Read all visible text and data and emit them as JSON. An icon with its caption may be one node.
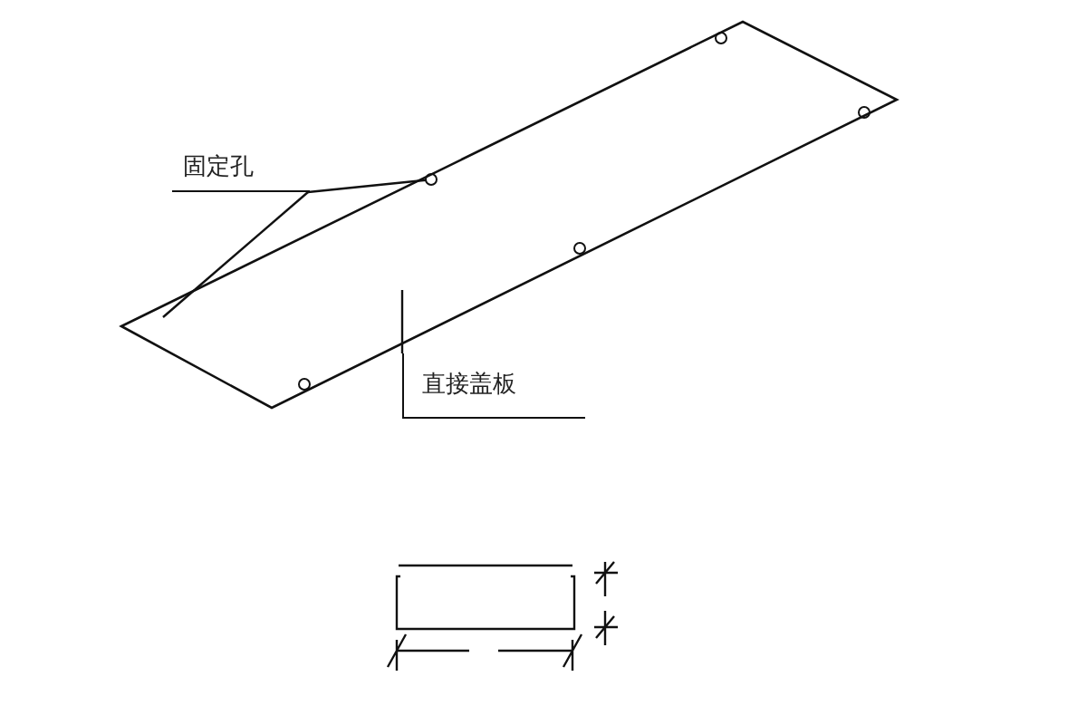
{
  "diagram": {
    "nodes": [
      {
        "text": [],
        "shape": "box"
      },
      {
        "text": [],
        "shape": "circle",
        "in": 0
      },
      {
        "text": [
          "固定孔"
        ]
      },
      {
        "text": [
          "直接盖板"
        ]
      }
    ],
    "edges": [
      {
        "from": 2,
        "to": 1,
        "arrow": "none"
      },
      {
        "from": 2,
        "to": 0,
        "arrow": "none"
      },
      {
        "from": 3,
        "to": 0,
        "arrow": "none"
      }
    ]
  }
}
